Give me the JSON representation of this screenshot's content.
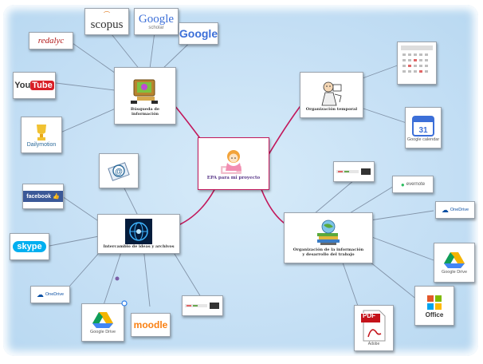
{
  "center": {
    "label": "EPA para mi proyecto"
  },
  "topics": [
    {
      "id": "busqueda",
      "label_line1": "Búsqueda de",
      "label_line2": "información",
      "resources": [
        "redalyc",
        "scopus",
        "Google scholar",
        "Google",
        "YouTube",
        "Dailymotion"
      ]
    },
    {
      "id": "temporal",
      "label": "Organización temporal",
      "resources": [
        "calendar",
        "Google calendar"
      ]
    },
    {
      "id": "intercambio",
      "label": "Intercambio de ideas y archivos",
      "resources": [
        "email",
        "facebook",
        "skype",
        "OneDrive",
        "Google Drive",
        "moodle",
        "notes"
      ]
    },
    {
      "id": "organizacion",
      "label_line1": "Organización de la información",
      "label_line2": "y desarrollo del trabajo",
      "resources": [
        "notes",
        "evernote",
        "OneDrive",
        "Google Drive",
        "Office",
        "PDF Adobe"
      ]
    }
  ],
  "logos": {
    "scopus": "scopus",
    "google": "Google",
    "google_scholar": "Google",
    "scholar_sub": "scholar",
    "redalyc": "redalyc",
    "youtube_you": "You",
    "youtube_tube": "Tube",
    "dailymotion": "Dailymotion",
    "facebook": "facebook",
    "skype": "skype",
    "onedrive": "OneDrive",
    "google_drive": "Google Drive",
    "moodle": "moodle",
    "evernote": "evernote",
    "office": "Office",
    "pdf": "PDF",
    "adobe": "Adobe",
    "google_calendar": "Google calendar"
  },
  "colors": {
    "background": "#c6e0f5",
    "branch_main": "#c2185b",
    "branch_sub": "#7f8fa6",
    "center_text": "#5b3a8a"
  }
}
